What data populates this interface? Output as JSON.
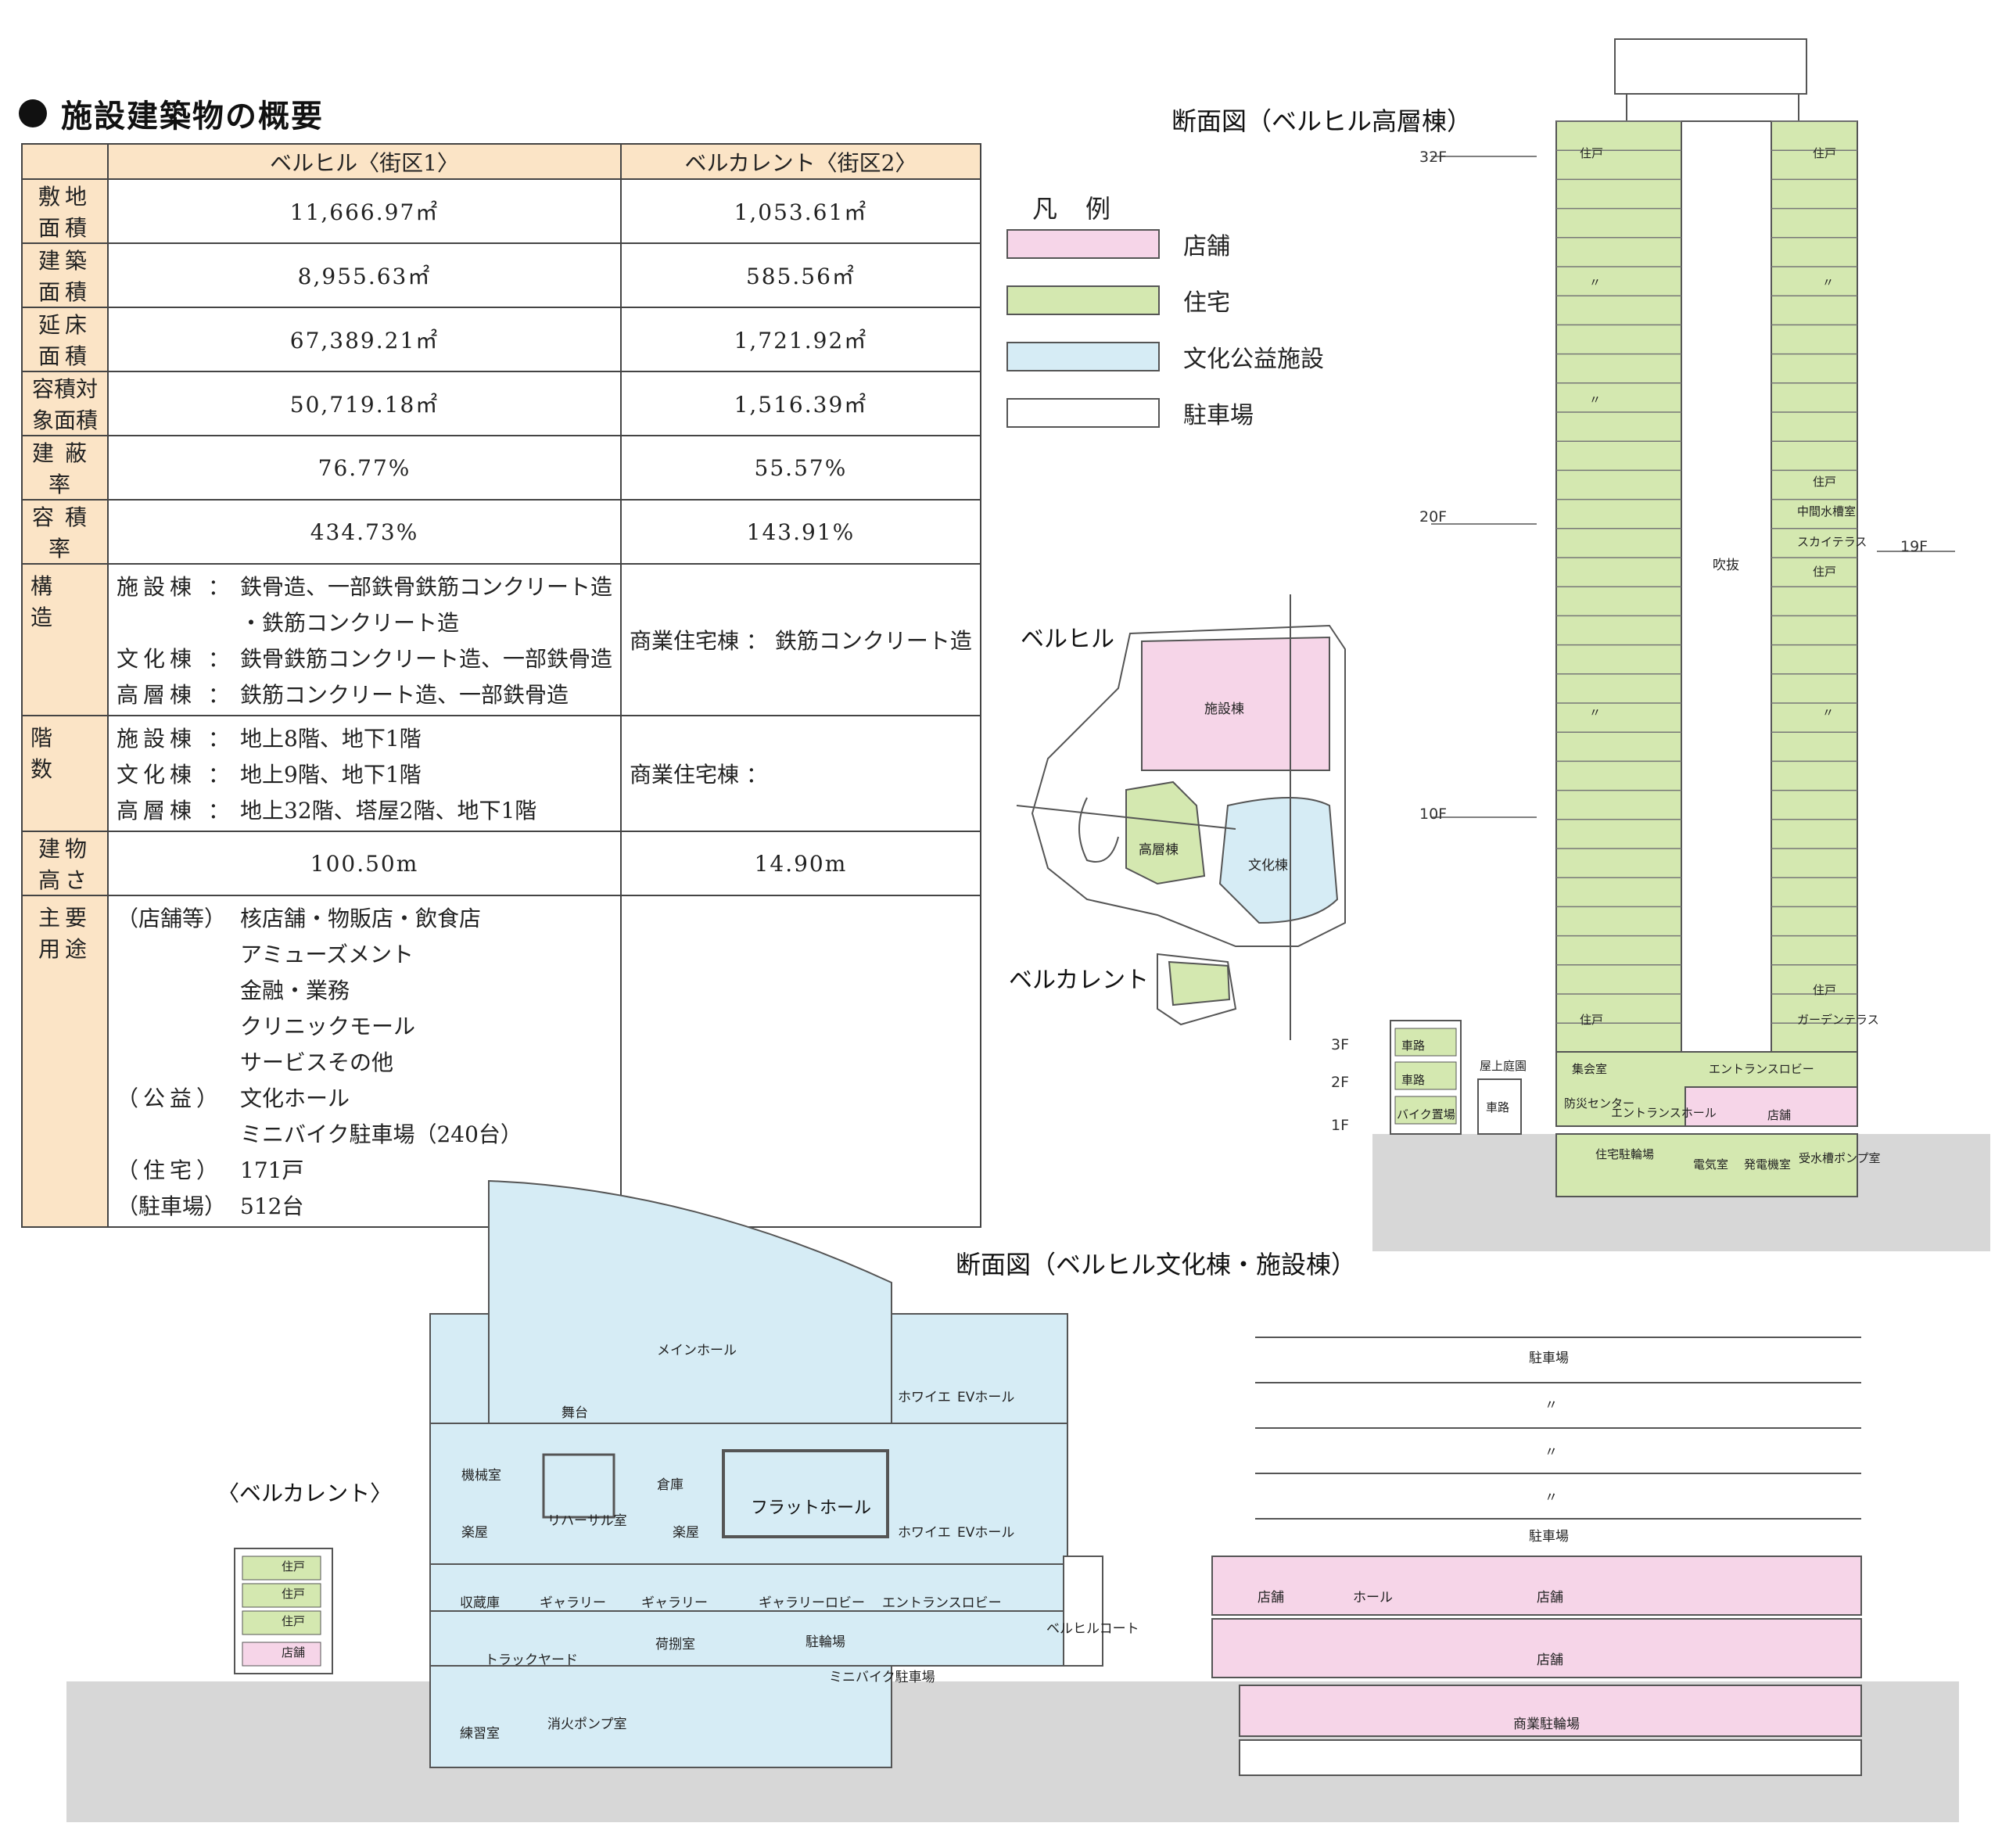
{
  "title": "施設建築物の概要",
  "colors": {
    "shop": "#f6d5e8",
    "housing": "#d4e8b0",
    "public": "#d6ecf5",
    "parking": "#ffffff",
    "header_bg": "#fbe4c6",
    "ground": "#d7d7d7"
  },
  "table": {
    "headers": [
      "ベルヒル〈街区1〉",
      "ベルカレント〈街区2〉"
    ],
    "rows": [
      {
        "label": "敷地面積",
        "col1": "11,666.97㎡",
        "col2": "1,053.61㎡"
      },
      {
        "label": "建築面積",
        "col1": "8,955.63㎡",
        "col2": "585.56㎡"
      },
      {
        "label": "延床面積",
        "col1": "67,389.21㎡",
        "col2": "1,721.92㎡"
      },
      {
        "label": "容積対象面積",
        "col1": "50,719.18㎡",
        "col2": "1,516.39㎡"
      },
      {
        "label": "建蔽率",
        "col1": "76.77%",
        "col2": "55.57%"
      },
      {
        "label": "容積率",
        "col1": "434.73%",
        "col2": "143.91%"
      }
    ],
    "structure": {
      "label": "構造",
      "lines": [
        {
          "key": "施設棟 ：",
          "value": "鉄骨造、一部鉄骨鉄筋コンクリート造"
        },
        {
          "key": "",
          "value": "・鉄筋コンクリート造"
        },
        {
          "key": "文化棟 ：",
          "value": "鉄骨鉄筋コンクリート造、一部鉄骨造"
        },
        {
          "key": "高層棟 ：",
          "value": "鉄筋コンクリート造、一部鉄骨造"
        }
      ],
      "col2": "商業住宅棟 ： 鉄筋コンクリート造"
    },
    "floors": {
      "label": "階数",
      "lines": [
        {
          "key": "施設棟 ：",
          "value": "地上8階、地下1階"
        },
        {
          "key": "文化棟 ：",
          "value": "地上9階、地下1階"
        },
        {
          "key": "高層棟 ：",
          "value": "地上32階、塔屋2階、地下1階"
        }
      ],
      "col2": "商業住宅棟 ："
    },
    "height": {
      "label": "建物高さ",
      "col1": "100.50m",
      "col2": "14.90m"
    },
    "uses": {
      "label": "主要用途",
      "lines": [
        {
          "key": "（店舗等）",
          "value": "核店舗・物販店・飲食店"
        },
        {
          "key": "",
          "value": "アミューズメント"
        },
        {
          "key": "",
          "value": "金融・業務"
        },
        {
          "key": "",
          "value": "クリニックモール"
        },
        {
          "key": "",
          "value": "サービスその他"
        },
        {
          "key": "（公益）",
          "value": "文化ホール"
        },
        {
          "key": "",
          "value": "ミニバイク駐車場（240台）"
        },
        {
          "key": "（住宅）",
          "value": "171戸"
        },
        {
          "key": "（駐車場）",
          "value": "512台"
        }
      ]
    }
  },
  "legend": {
    "title": "凡例",
    "items": [
      {
        "label": "店舗",
        "color": "#f6d5e8"
      },
      {
        "label": "住宅",
        "color": "#d4e8b0"
      },
      {
        "label": "文化公益施設",
        "color": "#d6ecf5"
      },
      {
        "label": "駐車場",
        "color": "#ffffff"
      }
    ]
  },
  "site_plan": {
    "label_bellhill": "ベルヒル",
    "label_bellcurrent": "ベルカレント",
    "building_facility": "施設棟",
    "building_tower": "高層棟",
    "building_culture": "文化棟"
  },
  "tower_section": {
    "heading": "断面図（ベルヒル高層棟）",
    "floor_labels": [
      "32F",
      "20F",
      "10F",
      "3F",
      "2F",
      "1F"
    ],
    "right_label": "19F",
    "unit_top": "住戸",
    "unit_repeat": "〃",
    "atrium": "吹抜",
    "right_column_special": [
      "住戸",
      "中間水槽室",
      "スカイテラス",
      "住戸"
    ],
    "right_bottom": [
      "住戸",
      "ガーデンテラス"
    ],
    "left_bottom": "住戸",
    "base_rooms": [
      "集会室",
      "エントランスロビー",
      "防災センター",
      "エントランスホール",
      "店舗",
      "住宅駐輪場",
      "電気室",
      "発電機室",
      "受水槽ポンプ室"
    ],
    "roof_garden": "屋上庭園",
    "small_building": [
      "車路",
      "車路",
      "バイク置場"
    ],
    "small_side": "車路"
  },
  "culture_section": {
    "heading": "断面図（ベルヒル文化棟・施設棟）",
    "bellcurrent_label": "〈ベルカレント〉",
    "bellcurrent_rooms": [
      "住戸",
      "住戸",
      "住戸",
      "店舗"
    ],
    "rooms": {
      "main_hall": "メインホール",
      "stage": "舞台",
      "foyer1": "ホワイエ",
      "ev_hall1": "EVホール",
      "machine": "機械室",
      "rehearsal": "リハーサル室",
      "storage": "倉庫",
      "flat_hall": "フラットホール",
      "foyer2": "ホワイエ",
      "ev_hall2": "EVホール",
      "dressing1": "楽屋",
      "dressing2": "楽屋",
      "reception": "収蔵庫",
      "gallery1": "ギャラリー",
      "gallery2": "ギャラリー",
      "gallery_lobby": "ギャラリーロビー",
      "entrance_lobby": "エントランスロビー",
      "truck_yard": "トラックヤード",
      "unloading": "荷捌室",
      "bike_parking": "駐輪場",
      "minibike": "ミニバイク駐車場",
      "practice": "練習室",
      "fire_pump": "消火ポンプ室"
    },
    "court": "ベルヒルコート",
    "facility": {
      "parking_top": "駐車場",
      "ditto": [
        "〃",
        "〃",
        "〃"
      ],
      "parking_bottom": "駐車場",
      "shop_left": "店舗",
      "hall": "ホール",
      "shop_mid": "店舗",
      "shop_low": "店舗",
      "commercial_bike": "商業駐輪場"
    }
  }
}
